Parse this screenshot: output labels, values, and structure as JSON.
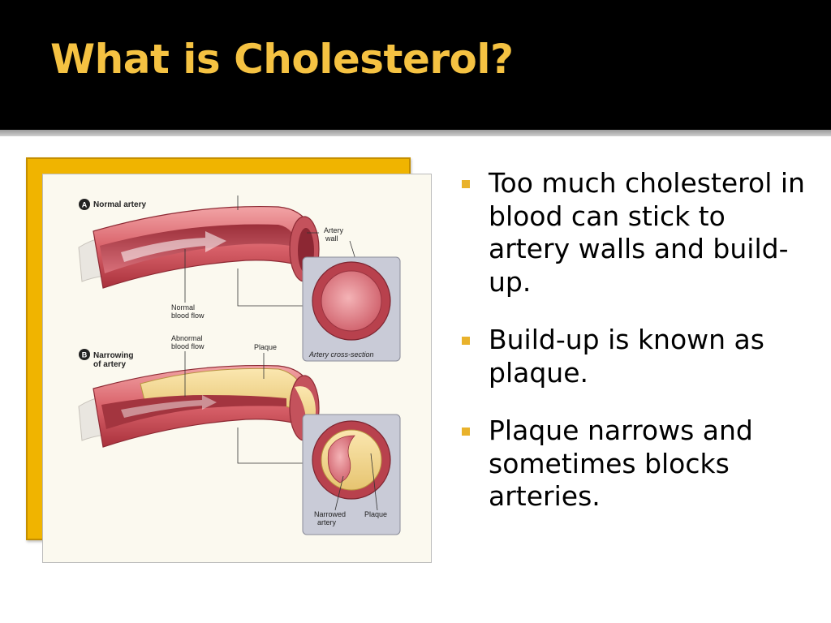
{
  "slide": {
    "title": "What is Cholesterol?",
    "colors": {
      "title_text": "#F5C242",
      "title_bar": "#000000",
      "bullet_marker": "#E9B22B",
      "frame_gold": "#F0B400"
    }
  },
  "figure": {
    "panel_a_letter": "A",
    "panel_a_label": "Normal artery",
    "artery_wall_label_1": "Artery",
    "artery_wall_label_2": "wall",
    "normal_flow_label_1": "Normal",
    "normal_flow_label_2": "blood flow",
    "cross_section_label": "Artery cross-section",
    "panel_b_letter": "B",
    "panel_b_label_1": "Narrowing",
    "panel_b_label_2": "of artery",
    "abnormal_flow_label_1": "Abnormal",
    "abnormal_flow_label_2": "blood flow",
    "plaque_label": "Plaque",
    "narrowed_label_1": "Narrowed",
    "narrowed_label_2": "artery",
    "plaque_label_2": "Plaque"
  },
  "bullets": [
    {
      "text": "Too much cholesterol in blood can stick to artery walls and build-up."
    },
    {
      "text": "Build-up is known as plaque."
    },
    {
      "text": "Plaque narrows and sometimes blocks arteries."
    }
  ]
}
